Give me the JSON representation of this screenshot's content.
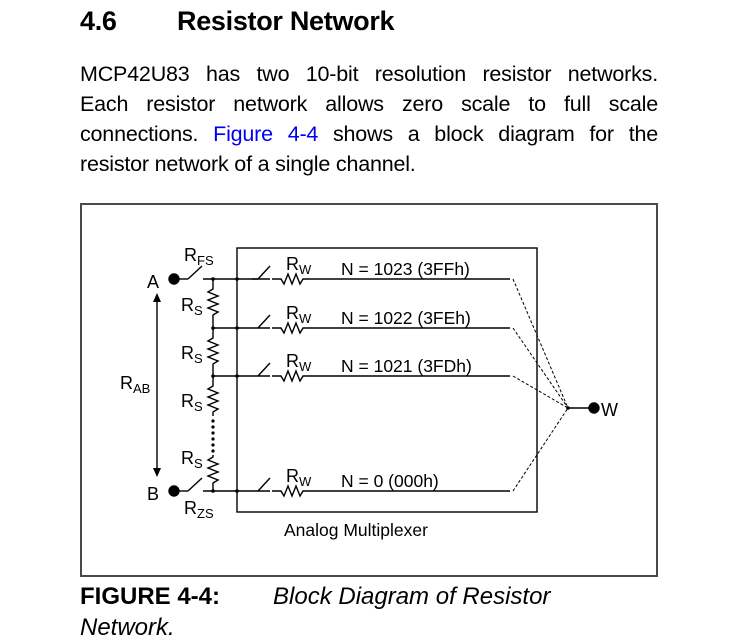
{
  "section": {
    "number": "4.6",
    "title": "Resistor Network"
  },
  "paragraph": {
    "lines": [
      "MCP42U83 has two 10-bit resolution resistor networks.",
      "Each resistor network allows zero scale to full scale"
    ],
    "line3_before": "connections. ",
    "line3_link": "Figure 4-4",
    "line3_after": " shows a block diagram for the",
    "line4": "resistor network of a single channel."
  },
  "diagram": {
    "terminal_a": "A",
    "terminal_b": "B",
    "terminal_w": "W",
    "r_fs_main": "R",
    "r_fs_sub": "FS",
    "r_zs_main": "R",
    "r_zs_sub": "ZS",
    "r_s_main": "R",
    "r_s_sub": "S",
    "r_w_main": "R",
    "r_w_sub": "W",
    "r_ab_main": "R",
    "r_ab_sub": "AB",
    "taps": [
      {
        "label": "N = 1023 (3FFh)"
      },
      {
        "label": "N = 1022 (3FEh)"
      },
      {
        "label": "N = 1021 (3FDh)"
      },
      {
        "label": "N = 0 (000h)"
      }
    ],
    "mux_label": "Analog Multiplexer"
  },
  "caption": {
    "label": "FIGURE 4-4:",
    "title_line1": "Block Diagram of Resistor",
    "title_line2": "Network."
  }
}
